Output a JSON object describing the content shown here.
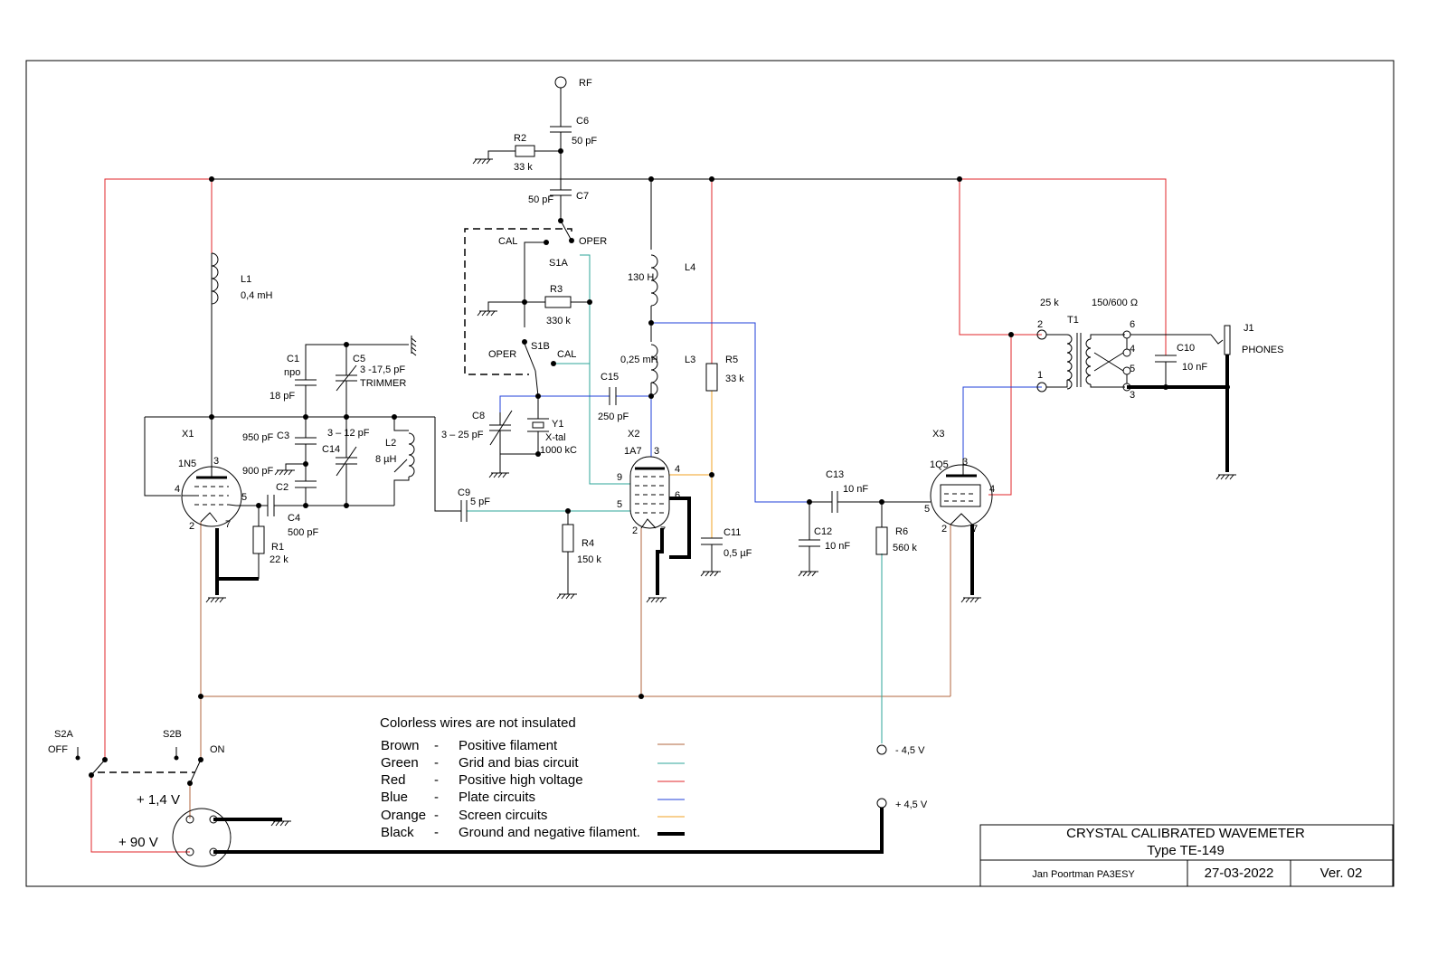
{
  "colors": {
    "brown": "#b0643c",
    "green": "#2ea59a",
    "red": "#e0242a",
    "blue": "#1f3fd8",
    "orange": "#f0a020",
    "black": "#000000"
  },
  "labels": {
    "rf": "RF",
    "c6": "C6",
    "c6_val": "50 pF",
    "r2": "R2",
    "r2_val": "33 k",
    "c7": "C7",
    "c7_val": "50 pF",
    "cal_a": "CAL",
    "oper_a": "OPER",
    "s1a": "S1A",
    "r3": "R3",
    "r3_val": "330 k",
    "s1b": "S1B",
    "oper_b": "OPER",
    "cal_b": "CAL",
    "c15": "C15",
    "c15_val": "250 pF",
    "c8": "C8",
    "c8_val": "3 – 25 pF",
    "y1": "Y1",
    "y1_type": "X-tal",
    "y1_val": "1000 kC",
    "l4": "L4",
    "l4_val": "130 H",
    "l3": "L3",
    "l3_val": "0,25 mH",
    "r5": "R5",
    "r5_val": "33 k",
    "l1": "L1",
    "l1_val": "0,4 mH",
    "c1": "C1",
    "c1_type": "npo",
    "c1_val": "18 pF",
    "c5": "C5",
    "c5_val": "3 -17,5 pF",
    "c5_type": "TRIMMER",
    "c3_val": "950 pF",
    "c3": "C3",
    "c14_val": "3 – 12 pF",
    "c14": "C14",
    "l2": "L2",
    "l2_val": "8 µH",
    "c2_val": "900 pF",
    "c2": "C2",
    "c4": "C4",
    "c4_val": "500 pF",
    "r1": "R1",
    "r1_val": "22 k",
    "x1": "X1",
    "x1_type": "1N5",
    "c9": "C9",
    "c9_val": "5 pF",
    "r4": "R4",
    "r4_val": "150 k",
    "x2": "X2",
    "x2_type": "1A7",
    "c11": "C11",
    "c11_val": "0,5 µF",
    "c13": "C13",
    "c13_val": "10 nF",
    "c12": "C12",
    "c12_val": "10 nF",
    "r6": "R6",
    "r6_val": "560 k",
    "x3": "X3",
    "x3_type": "1Q5",
    "t1": "T1",
    "t1_pri": "25 k",
    "t1_sec": "150/600 Ω",
    "c10": "C10",
    "c10_val": "10 nF",
    "j1": "J1",
    "j1_type": "PHONES",
    "s2a": "S2A",
    "s2b": "S2B",
    "off": "OFF",
    "on": "ON",
    "v14": "+ 1,4 V",
    "v90": "+ 90 V",
    "vneg": "- 4,5 V",
    "vpos": "+ 4,5 V",
    "p2": "2",
    "p3": "3",
    "p4": "4",
    "p5": "5",
    "p6": "6",
    "p7": "7",
    "p9": "9",
    "p1": "1"
  },
  "legend": {
    "title": "Colorless wires are not insulated",
    "rows": [
      {
        "color": "Brown",
        "dash": "-",
        "desc": "Positive filament",
        "key": "brown"
      },
      {
        "color": "Green",
        "dash": "-",
        "desc": "Grid and bias circuit",
        "key": "green"
      },
      {
        "color": "Red",
        "dash": "-",
        "desc": "Positive high voltage",
        "key": "red"
      },
      {
        "color": "Blue",
        "dash": "-",
        "desc": "Plate circuits",
        "key": "blue"
      },
      {
        "color": "Orange",
        "dash": "-",
        "desc": "Screen circuits",
        "key": "orange"
      },
      {
        "color": "Black",
        "dash": "-",
        "desc": "Ground and negative filament.",
        "key": "black"
      }
    ]
  },
  "title_block": {
    "title": "CRYSTAL CALIBRATED WAVEMETER",
    "type": "Type TE-149",
    "author": "Jan Poortman  PA3ESY",
    "date": "27-03-2022",
    "version": "Ver. 02"
  }
}
